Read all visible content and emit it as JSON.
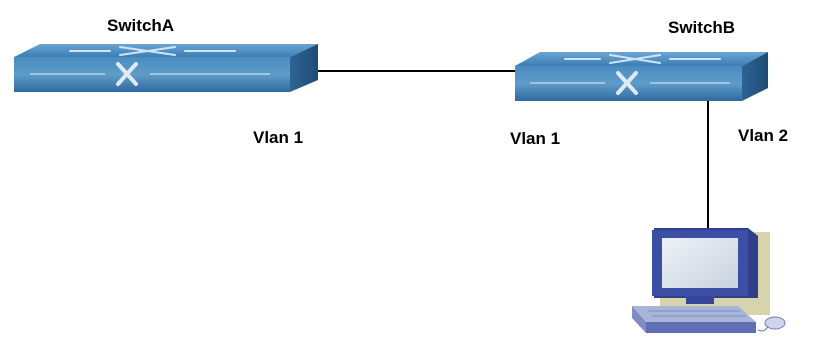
{
  "diagram": {
    "switch_a": {
      "name": "SwitchA",
      "vlan": "Vlan 1"
    },
    "switch_b": {
      "name": "SwitchB",
      "vlan_uplink": "Vlan 1",
      "vlan_downlink": "Vlan 2"
    },
    "links": [
      {
        "from": "SwitchA",
        "to": "SwitchB"
      },
      {
        "from": "SwitchB",
        "to": "PC"
      }
    ],
    "pc": {
      "icon": "computer-icon"
    },
    "colors": {
      "switch_top": "#4d8fc0",
      "switch_front": "#3f7fb4",
      "switch_side": "#2b5f8e",
      "link": "#000000",
      "pc_monitor": "#3b4fa6",
      "pc_screen": "#dfe6ee",
      "pc_base": "#a9b5d8",
      "pc_shadow": "#d6d3ad"
    }
  }
}
